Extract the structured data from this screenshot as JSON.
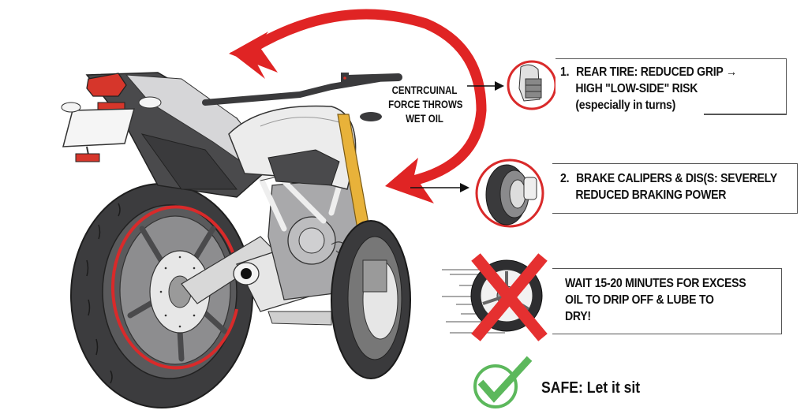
{
  "diagram": {
    "subject": "Motorcycle after chain lubrication (rear three-quarter view)",
    "force_label": {
      "lines": [
        "CENTRCUINAL",
        "FORCE THROWS",
        "WET OIL"
      ]
    },
    "callouts": [
      {
        "number": "1.",
        "lines": [
          "REAR TIRE: REDUCED GRIP →",
          "HIGH \"LOW-SIDE\" RISK",
          "(especially in turns)"
        ],
        "icon": "brake-caliper-closeup-icon"
      },
      {
        "number": "2.",
        "lines": [
          "BRAKE CALIPERS & DIS(S: SEVERELY",
          "REDUCED BRAKING POWER"
        ],
        "icon": "wheel-with-caliper-icon"
      },
      {
        "number": "",
        "lines": [
          "WAIT 15-20 MINUTES FOR EXCESS",
          "OIL TO DRIP OFF & LUBE TO",
          "DRY!"
        ],
        "icon": "spinning-wheel-crossed-out-icon"
      }
    ],
    "safe": {
      "label": "SAFE: Let it sit",
      "icon": "green-checkmark-icon"
    },
    "colors": {
      "arrow_red": "#e02424",
      "ring_red": "#d92a2a",
      "check_green": "#5cb85c",
      "fork_gold": "#e8b23a",
      "tire_dark": "#3a3a3c",
      "body_dark": "#4a4a4c",
      "tank_white": "#ececec",
      "tail_light_red": "#d6362b"
    }
  }
}
